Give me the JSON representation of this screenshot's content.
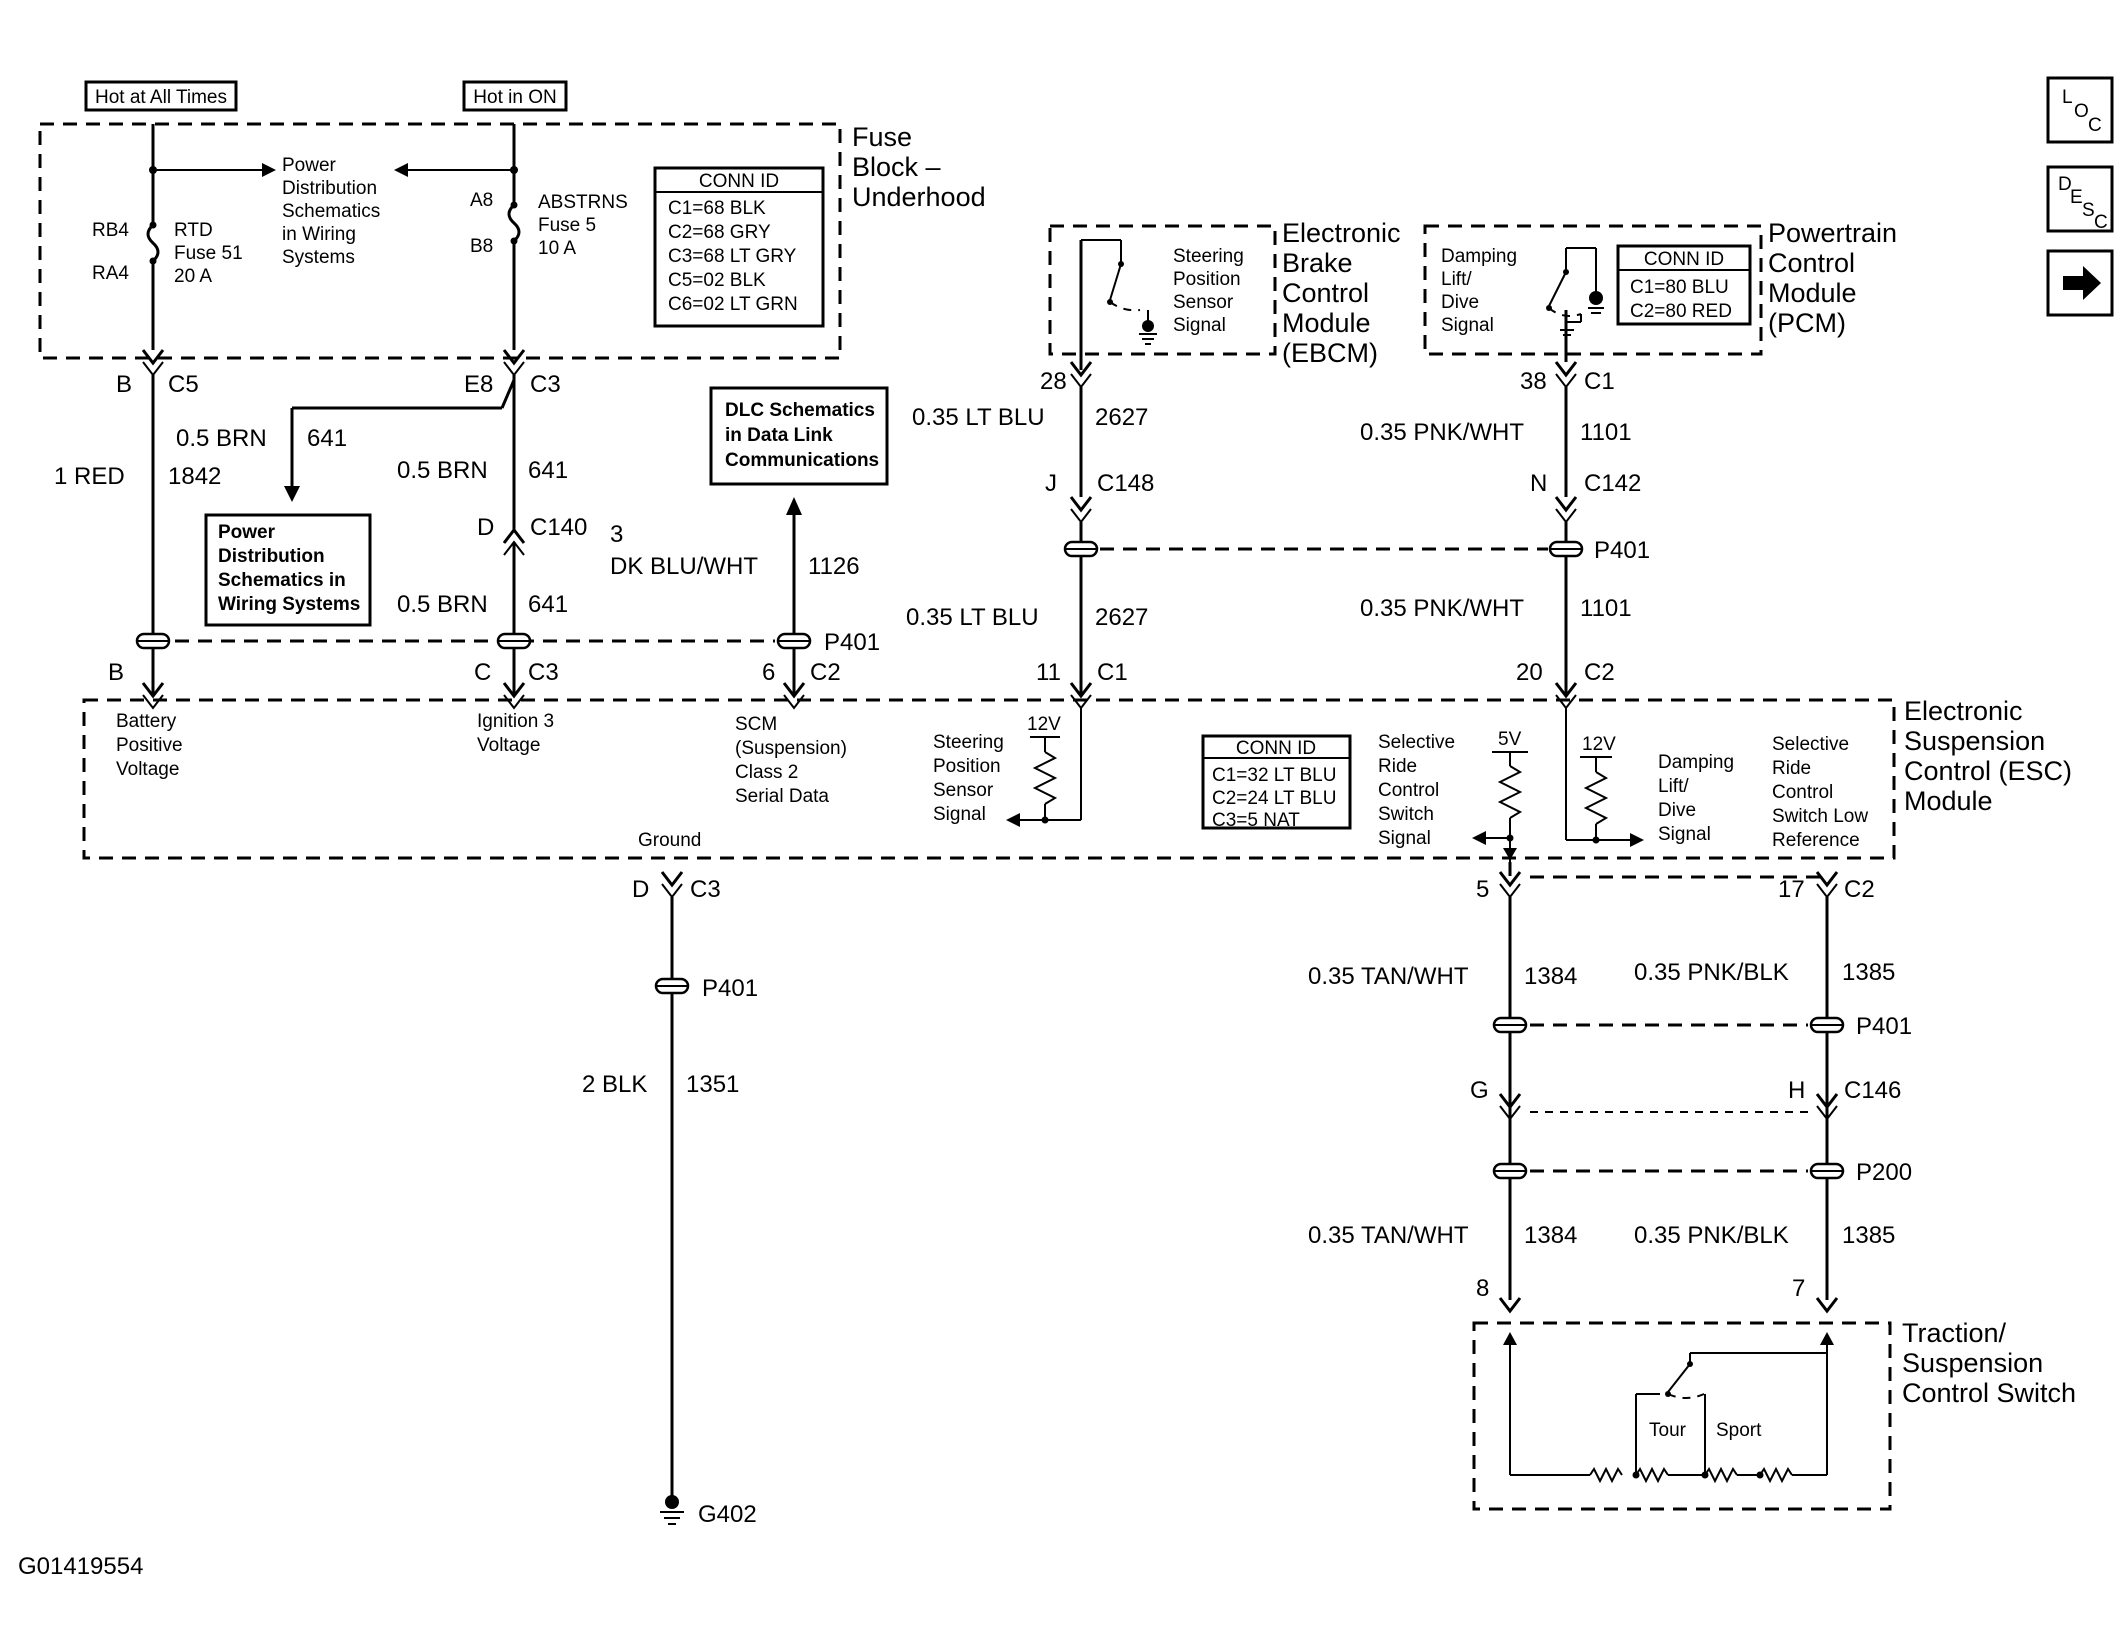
{
  "sources": {
    "hot_always": "Hot at All Times",
    "hot_on": "Hot in ON"
  },
  "fuse_block": {
    "name": [
      "Fuse",
      "Block –",
      "Underhood"
    ],
    "rb4": "RB4",
    "ra4": "RA4",
    "rtd_fuse": [
      "RTD",
      "Fuse 51",
      "20 A"
    ],
    "a8": "A8",
    "b8": "B8",
    "abs_fuse": [
      "ABSTRNS",
      "Fuse 5",
      "10 A"
    ],
    "power_ref": [
      "Power",
      "Distribution",
      "Schematics",
      "in Wiring",
      "Systems"
    ],
    "conn_id": {
      "title": "CONN ID",
      "rows": [
        "C1=68 BLK",
        "C2=68 GRY",
        "C3=68 LT GRY",
        "C5=02 BLK",
        "C6=02 LT GRN"
      ]
    }
  },
  "ebcm": {
    "name": [
      "Electronic",
      "Brake",
      "Control",
      "Module",
      "(EBCM)"
    ],
    "signal": [
      "Steering",
      "Position",
      "Sensor",
      "Signal"
    ]
  },
  "pcm": {
    "name": [
      "Powertrain",
      "Control",
      "Module",
      "(PCM)"
    ],
    "signal": [
      "Damping",
      "Lift/",
      "Dive",
      "Signal"
    ],
    "conn_id": {
      "title": "CONN ID",
      "rows": [
        "C1=80 BLU",
        "C2=80 RED"
      ]
    }
  },
  "wires": {
    "b": "B",
    "c5": "C5",
    "red": "1 RED",
    "red_circ": "1842",
    "e8": "E8",
    "c3": "C3",
    "brn_a": "0.5 BRN",
    "brn_a_circ": "641",
    "brn_b": "0.5 BRN",
    "brn_b_circ": "641",
    "d": "D",
    "c140": "C140",
    "three": "3",
    "brn_c": "0.5 BRN",
    "brn_c_circ": "641",
    "dkblu": "DK BLU/WHT",
    "dkblu_circ": "1126",
    "p401": "P401",
    "esc_b": "B",
    "esc_c": "C",
    "esc_c3": "C3",
    "esc_6": "6",
    "esc_c2": "C2",
    "n28": "28",
    "ltblu_a": "0.35 LT BLU",
    "ltblu_a_circ": "2627",
    "j": "J",
    "c148": "C148",
    "ltblu_b": "0.35 LT BLU",
    "ltblu_b_circ": "2627",
    "n11": "11",
    "c1": "C1",
    "n38": "38",
    "pcm_c1": "C1",
    "pnk_a": "0.35 PNK/WHT",
    "pnk_a_circ": "1101",
    "n": "N",
    "c142": "C142",
    "p401_r": "P401",
    "pnk_b": "0.35 PNK/WHT",
    "pnk_b_circ": "1101",
    "n20": "20",
    "esc_c2r": "C2"
  },
  "power_ref_box": [
    "Power",
    "Distribution",
    "Schematics in",
    "Wiring Systems"
  ],
  "dlc_box": [
    "DLC Schematics",
    "in Data Link",
    "Communications"
  ],
  "esc": {
    "name": [
      "Electronic",
      "Suspension",
      "Control (ESC)",
      "Module"
    ],
    "battery": [
      "Battery",
      "Positive",
      "Voltage"
    ],
    "ignition": [
      "Ignition 3",
      "Voltage"
    ],
    "scm": [
      "SCM",
      "(Suspension)",
      "Class 2",
      "Serial Data"
    ],
    "steering": [
      "Steering",
      "Position",
      "Sensor",
      "Signal"
    ],
    "v12": "12V",
    "v12b": "12V",
    "v5": "5V",
    "selective": [
      "Selective",
      "Ride",
      "Control",
      "Switch",
      "Signal"
    ],
    "damping": [
      "Damping",
      "Lift/",
      "Dive",
      "Signal"
    ],
    "low_ref": [
      "Selective",
      "Ride",
      "Control",
      "Switch Low",
      "Reference"
    ],
    "ground": "Ground",
    "conn_id": {
      "title": "CONN ID",
      "rows": [
        "C1=32 LT BLU",
        "C2=24 LT BLU",
        "C3=5 NAT"
      ]
    }
  },
  "ground_wire": {
    "d": "D",
    "c3": "C3",
    "p401": "P401",
    "blk": "2 BLK",
    "circ": "1351",
    "g402": "G402"
  },
  "switch_wires": {
    "n5": "5",
    "n17": "17",
    "c2": "C2",
    "tan_a": "0.35 TAN/WHT",
    "tan_a_circ": "1384",
    "pnkblk_a": "0.35 PNK/BLK",
    "pnkblk_a_circ": "1385",
    "p401": "P401",
    "g": "G",
    "h": "H",
    "c146": "C146",
    "p200": "P200",
    "tan_b": "0.35 TAN/WHT",
    "tan_b_circ": "1384",
    "pnkblk_b": "0.35 PNK/BLK",
    "pnkblk_b_circ": "1385",
    "n8": "8",
    "n7": "7"
  },
  "traction": {
    "name": [
      "Traction/",
      "Suspension",
      "Control Switch"
    ],
    "tour": "Tour",
    "sport": "Sport"
  },
  "figure_id": "G01419554",
  "nav": {
    "loc": [
      "L",
      "O",
      "C"
    ],
    "desc": [
      "D",
      "E",
      "S",
      "C"
    ],
    "next_icon": "right-arrow-icon"
  }
}
